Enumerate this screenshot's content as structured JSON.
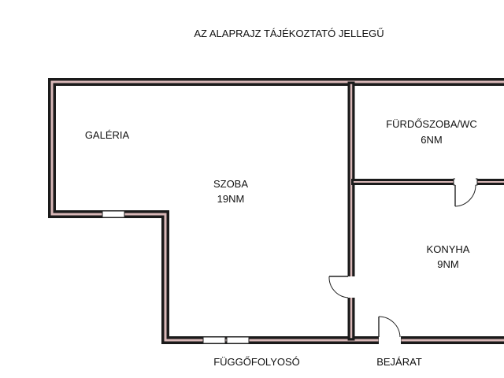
{
  "header": {
    "note": "AZ ALAPRAJZ TÁJÉKOZTATÓ JELLEGŰ"
  },
  "rooms": {
    "galeria": {
      "name": "GALÉRIA"
    },
    "szoba": {
      "name": "SZOBA",
      "area": "19NM"
    },
    "furdo": {
      "name": "FÜRDŐSZOBA/WC",
      "area": "6NM"
    },
    "konyha": {
      "name": "KONYHA",
      "area": "9NM"
    }
  },
  "labels": {
    "corridor": "FÜGGŐFOLYOSÓ",
    "entrance": "BEJÁRAT"
  },
  "colors": {
    "wall_outer": "#1a1a1a",
    "wall_inner": "#d9b8b8",
    "background": "#ffffff",
    "text": "#111111"
  }
}
